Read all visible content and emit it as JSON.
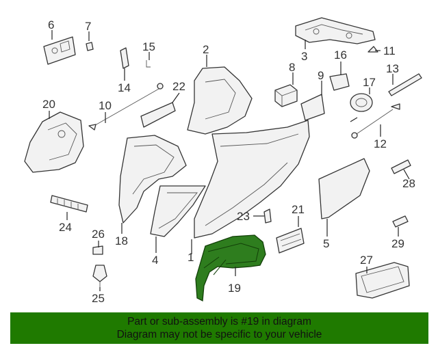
{
  "diagram": {
    "callouts": [
      {
        "id": "1",
        "label": "1"
      },
      {
        "id": "2",
        "label": "2"
      },
      {
        "id": "3",
        "label": "3"
      },
      {
        "id": "4",
        "label": "4"
      },
      {
        "id": "5",
        "label": "5"
      },
      {
        "id": "6",
        "label": "6"
      },
      {
        "id": "7",
        "label": "7"
      },
      {
        "id": "8",
        "label": "8"
      },
      {
        "id": "9",
        "label": "9"
      },
      {
        "id": "10",
        "label": "10"
      },
      {
        "id": "11",
        "label": "11"
      },
      {
        "id": "12",
        "label": "12"
      },
      {
        "id": "13",
        "label": "13"
      },
      {
        "id": "14",
        "label": "14"
      },
      {
        "id": "15",
        "label": "15"
      },
      {
        "id": "16",
        "label": "16"
      },
      {
        "id": "17",
        "label": "17"
      },
      {
        "id": "18",
        "label": "18"
      },
      {
        "id": "19",
        "label": "19"
      },
      {
        "id": "20",
        "label": "20"
      },
      {
        "id": "21",
        "label": "21"
      },
      {
        "id": "22",
        "label": "22"
      },
      {
        "id": "23",
        "label": "23"
      },
      {
        "id": "24",
        "label": "24"
      },
      {
        "id": "25",
        "label": "25"
      },
      {
        "id": "26",
        "label": "26"
      },
      {
        "id": "27",
        "label": "27"
      },
      {
        "id": "28",
        "label": "28"
      },
      {
        "id": "29",
        "label": "29"
      }
    ],
    "highlighted_part": "19",
    "highlight_color": "#2e7d1e"
  },
  "banner": {
    "line1": "Part or sub-assembly is #19 in diagram",
    "line2": "Diagram may not be specific to your vehicle",
    "background": "#1f7a00"
  }
}
